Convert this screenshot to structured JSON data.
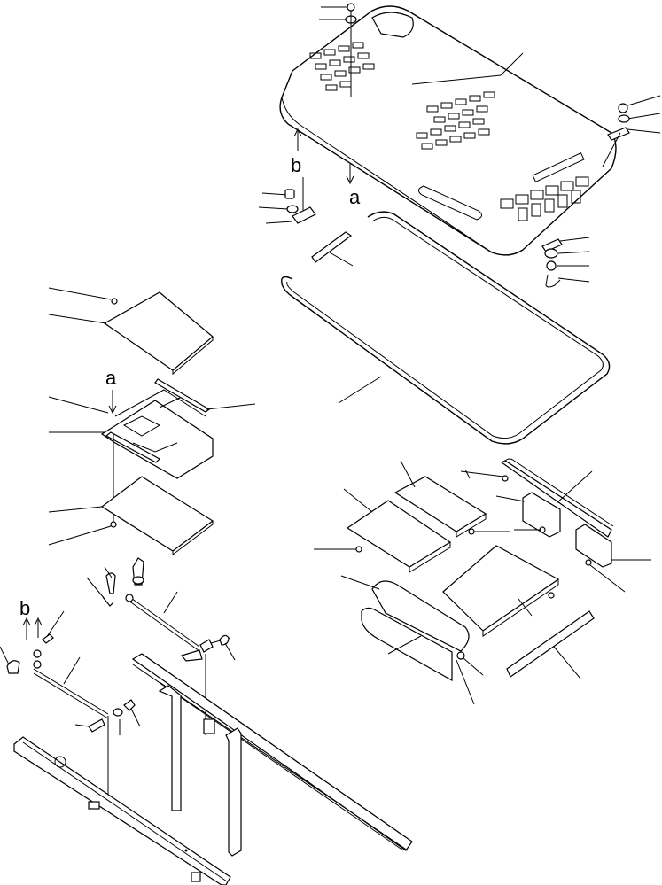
{
  "diagram": {
    "reference_letters": {
      "a_top": "a",
      "b_top": "b",
      "a_left": "a",
      "b_left": "b"
    }
  }
}
